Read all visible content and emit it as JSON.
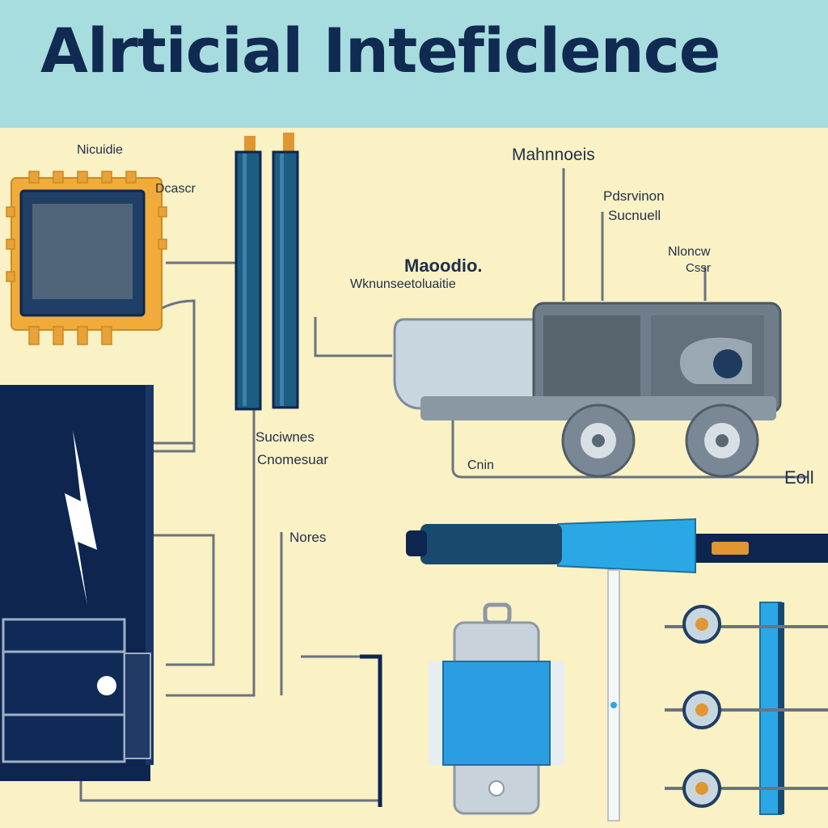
{
  "title": "Alrticial Inteficlence",
  "labels": {
    "chip": "Nicuidie",
    "chip_side": "Dcascr",
    "top_right": "Mahnnoeis",
    "right_1": "Pdsrvinon",
    "right_2": "Sucnuell",
    "right_3": "Nloncw",
    "right_4": "Cssr",
    "machine_title": "Maoodio.",
    "machine_sub": "Wknunseetoluaitie",
    "column_1": "Suciwnes",
    "column_2": "Cnomesuar",
    "mid_left": "Nores",
    "wheel_label": "Cnin",
    "edge_right": "Eoll"
  },
  "colors": {
    "header_bg": "#a8dde0",
    "page_bg": "#faf1c4",
    "navy": "#0e2550",
    "steel": "#1f5f84",
    "cyan": "#2aa8e6",
    "gold": "#f0ab3a",
    "grey": "#9aa6b2"
  }
}
